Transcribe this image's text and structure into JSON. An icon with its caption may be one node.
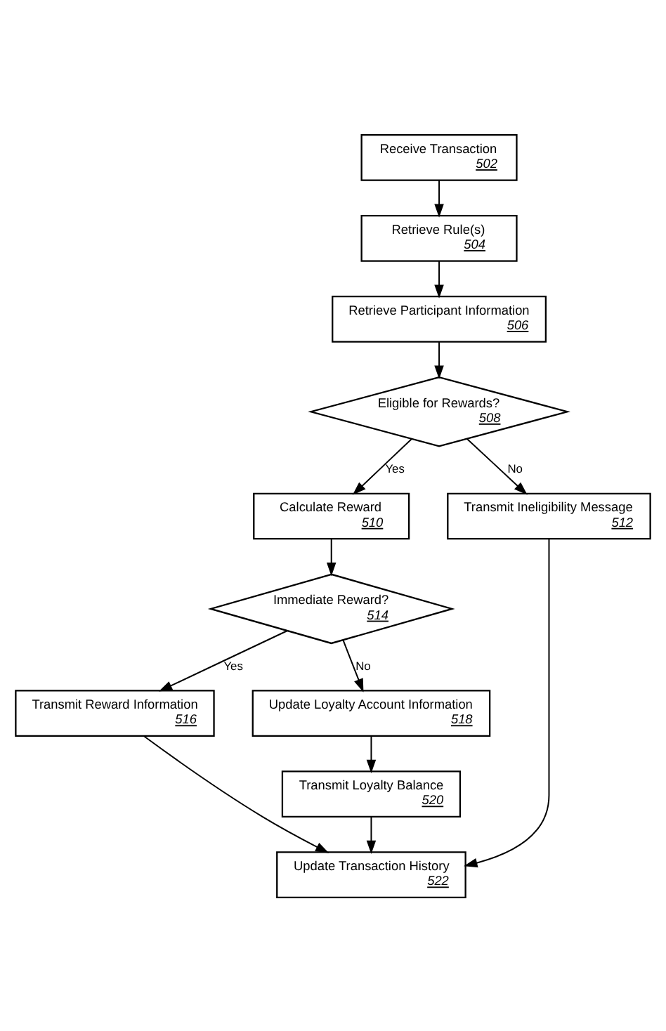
{
  "diagram": {
    "nodes": [
      {
        "text": [
          "Receive Transaction",
          "502"
        ]
      },
      {
        "text": [
          "Retrieve Rule(s)",
          "504"
        ]
      },
      {
        "text": [
          "Retrieve Participant Information",
          "506"
        ]
      },
      {
        "text": [
          "Eligible for Rewards?",
          "508"
        ]
      },
      {
        "text": [
          "Calculate Reward",
          "510"
        ]
      },
      {
        "text": [
          "Transmit Ineligibility Message",
          "512"
        ]
      },
      {
        "text": [
          "Immediate Reward?",
          "514"
        ]
      },
      {
        "text": [
          "Transmit Reward Information",
          "516"
        ]
      },
      {
        "text": [
          "Update Loyalty Account Information",
          "518"
        ]
      },
      {
        "text": [
          "Transmit Loyalty Balance",
          "520"
        ]
      },
      {
        "text": [
          "Update Transaction History",
          "522"
        ]
      }
    ],
    "edges": [
      {
        "from": 0,
        "to": 1,
        "arrow": "to"
      },
      {
        "from": 1,
        "to": 2,
        "arrow": "to"
      },
      {
        "from": 2,
        "to": 3,
        "arrow": "to"
      },
      {
        "from": 3,
        "to": 4,
        "arrow": "to",
        "label": "Yes"
      },
      {
        "from": 3,
        "to": 5,
        "arrow": "to",
        "label": "No"
      },
      {
        "from": 4,
        "to": 6,
        "arrow": "to"
      },
      {
        "from": 6,
        "to": 7,
        "arrow": "to",
        "label": "Yes"
      },
      {
        "from": 6,
        "to": 8,
        "arrow": "to",
        "label": "No"
      },
      {
        "from": 8,
        "to": 9,
        "arrow": "to"
      },
      {
        "from": 7,
        "to": 10,
        "arrow": "to"
      },
      {
        "from": 9,
        "to": 10,
        "arrow": "to"
      },
      {
        "from": 5,
        "to": 10,
        "arrow": "to"
      }
    ]
  }
}
